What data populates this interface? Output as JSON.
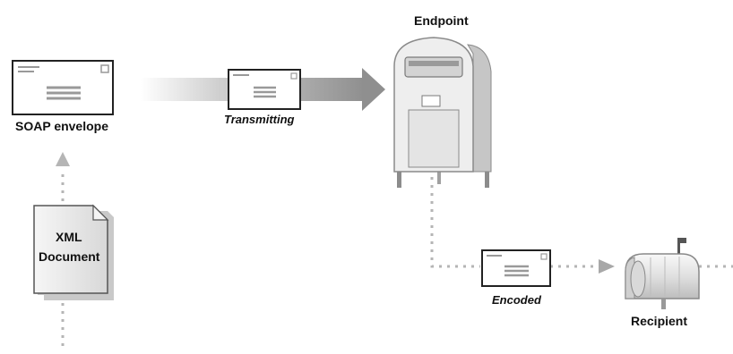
{
  "labels": {
    "endpoint": "Endpoint",
    "soap_envelope": "SOAP envelope",
    "transmitting": "Transmitting",
    "xml_line1": "XML",
    "xml_line2": "Document",
    "encoded": "Encoded",
    "recipient": "Recipient"
  },
  "colors": {
    "line": "#333333",
    "dotted": "#b5b5b5",
    "arrow_gray": "#a8a8a8",
    "box_fill": "#e9e9e9",
    "box_shade": "#cfcfcf"
  }
}
